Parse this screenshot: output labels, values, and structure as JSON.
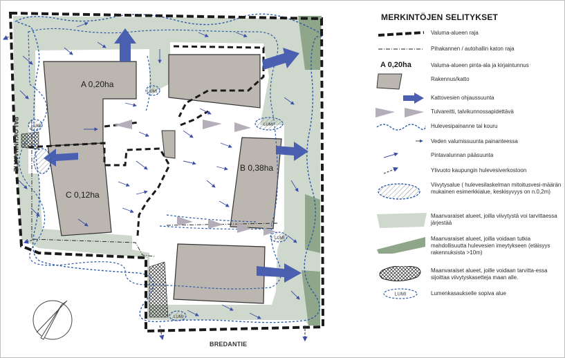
{
  "legend": {
    "title": "MERKINTÖJEN SELITYKSET",
    "items": [
      {
        "id": "watershed-boundary",
        "text": "Valuma-alueen raja"
      },
      {
        "id": "deck-roof",
        "text": "Pihakannen / autohallin katon raja"
      },
      {
        "id": "area-label",
        "symbol_text": "A 0,20ha",
        "text": "Valuma-alueen pinta-ala ja kirjaintunnus"
      },
      {
        "id": "building",
        "text": "Rakennus/katto"
      },
      {
        "id": "roof-direction",
        "text": "Kattovesien ohjaussuunta"
      },
      {
        "id": "flood-route",
        "text": "Tulvareitti, talvikunnossapidettävä"
      },
      {
        "id": "swale",
        "text": "Hulevesipainanne tai kouru"
      },
      {
        "id": "swale-flow",
        "text": "Veden valumissuunta painanteessa"
      },
      {
        "id": "surface-flow",
        "text": "Pintavalunnan pääsuunta"
      },
      {
        "id": "overflow",
        "text": "Ylivuoto kaupungin hulevesiverkostoon"
      },
      {
        "id": "retention",
        "text": "Viivytysalue ( hulevesilaskelman mitoitusvesi-määrän mukainen esimerkkialue, keskisyvyys on n.0,2m)"
      },
      {
        "id": "reserved-green",
        "text": "Maanvaraiset alueet, joilla viivytystä voi tarvittaessa järjestää"
      },
      {
        "id": "reserved-infiltration",
        "text": "Maanvaraiset alueet, joilla voidaan tutkia mahdollisuutta hulevesien imeytykseen (etäisyys rakennuksista >10m)"
      },
      {
        "id": "reserved-cassettes",
        "text": "Maanvaraiset alueet, joille voidaan tarvitta-essa sijoittaa viivytyskasetteja maan alle."
      },
      {
        "id": "snow",
        "symbol_text": "LUMI",
        "text": "Lumenkasaukselle sopiva alue"
      }
    ]
  },
  "map": {
    "areas": [
      {
        "id": "a",
        "label": "A 0,20ha"
      },
      {
        "id": "b",
        "label": "B 0,38ha"
      },
      {
        "id": "c",
        "label": "C 0,12ha"
      }
    ],
    "streets": {
      "west": "PALOKUNNANTIE",
      "south": "BREDANTIE"
    },
    "snow_label": "LUMI"
  },
  "colors": {
    "boundary": "#1a1a1a",
    "building_fill": "#bcb6b0",
    "building_stroke": "#333333",
    "green_light": "#cfd8cc",
    "green_dark": "#8fa68a",
    "roof_arrow": "#4a5fb0",
    "swale": "#2c5aa8",
    "flood_triangle": "#b3aeb9"
  }
}
